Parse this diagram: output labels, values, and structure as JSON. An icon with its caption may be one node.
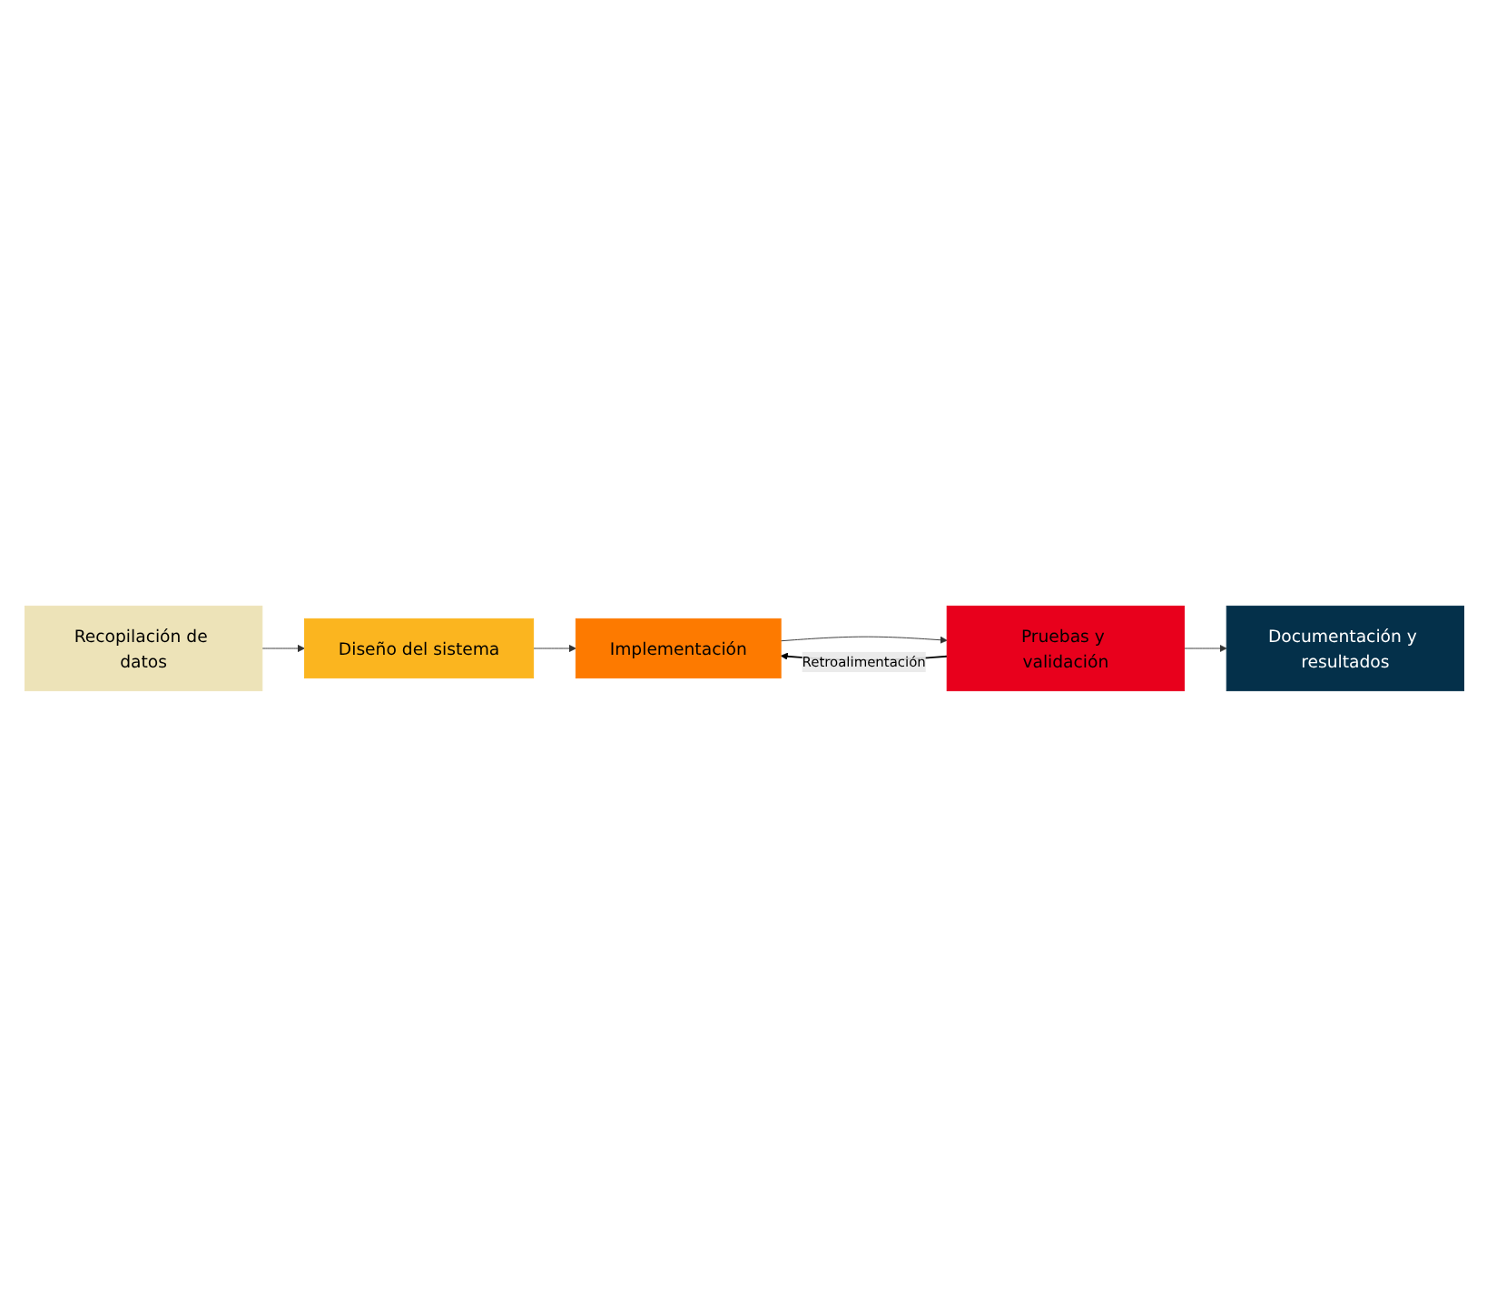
{
  "diagram": {
    "nodes": [
      {
        "text": [
          "Recopilación de datos"
        ]
      },
      {
        "text": [
          "Diseño del sistema"
        ]
      },
      {
        "text": [
          "Implementación"
        ]
      },
      {
        "text": [
          "Pruebas y validación"
        ]
      },
      {
        "text": [
          "Documentación y resultados"
        ]
      }
    ],
    "edges": [
      {
        "from": 0,
        "to": 1,
        "arrow": "to"
      },
      {
        "from": 1,
        "to": 2,
        "arrow": "to"
      },
      {
        "from": 2,
        "to": 3,
        "arrow": "to"
      },
      {
        "from": 3,
        "to": 4,
        "arrow": "to"
      },
      {
        "from": 3,
        "to": 2,
        "arrow": "to",
        "label": "Retroalimentación",
        "color": "#000000"
      }
    ]
  }
}
